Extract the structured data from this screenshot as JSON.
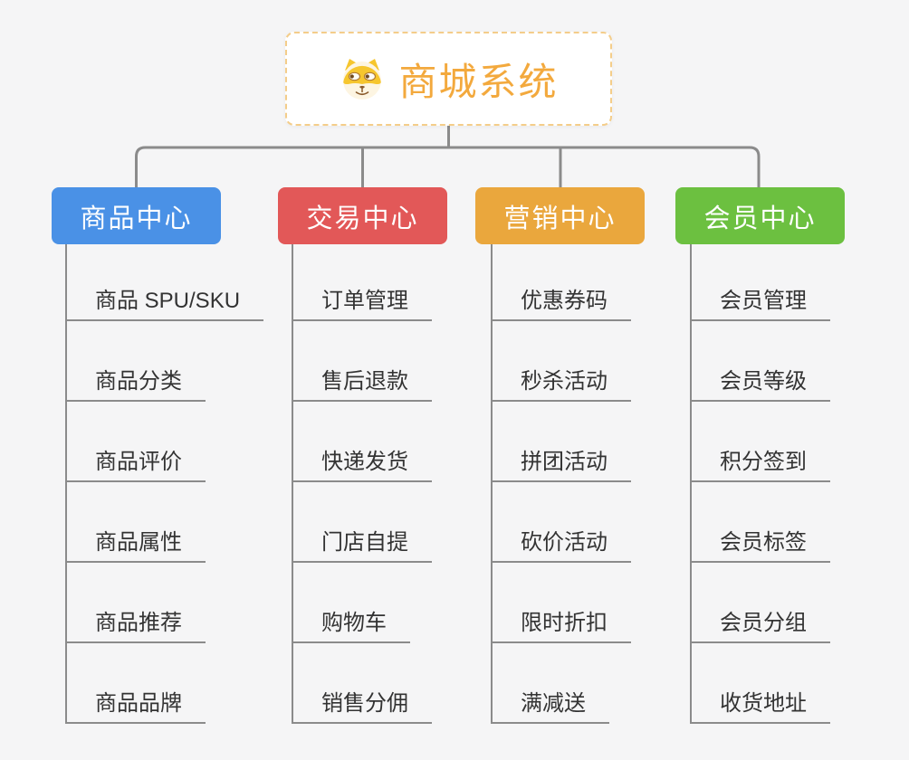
{
  "root": {
    "label": "商城系统",
    "icon": "dog-face-icon"
  },
  "branches": [
    {
      "label": "商品中心",
      "color": "#4a91e6",
      "children": [
        "商品 SPU/SKU",
        "商品分类",
        "商品评价",
        "商品属性",
        "商品推荐",
        "商品品牌"
      ]
    },
    {
      "label": "交易中心",
      "color": "#e25858",
      "children": [
        "订单管理",
        "售后退款",
        "快递发货",
        "门店自提",
        "购物车",
        "销售分佣"
      ]
    },
    {
      "label": "营销中心",
      "color": "#eaa73d",
      "children": [
        "优惠券码",
        "秒杀活动",
        "拼团活动",
        "砍价活动",
        "限时折扣",
        "满减送"
      ]
    },
    {
      "label": "会员中心",
      "color": "#6cc040",
      "children": [
        "会员管理",
        "会员等级",
        "积分签到",
        "会员标签",
        "会员分组",
        "收货地址"
      ]
    }
  ],
  "style": {
    "background": "#f5f5f6",
    "connector_color": "#8b8b8b",
    "leaf_text_color": "#333333",
    "root_text_color": "#f3a93d",
    "root_border_color": "#f4cd8a"
  }
}
